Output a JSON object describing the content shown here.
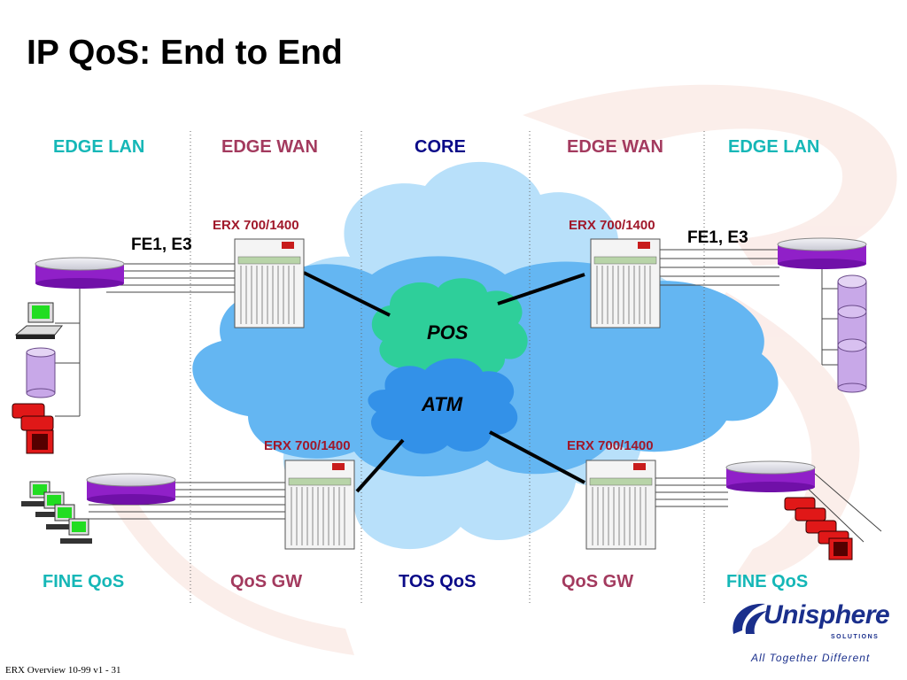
{
  "slide": {
    "title": "IP QoS: End to End",
    "zones": [
      {
        "label": "EDGE LAN",
        "color": "#15b7b7"
      },
      {
        "label": "EDGE WAN",
        "color": "#a33a5e"
      },
      {
        "label": "CORE",
        "color": "#0a0a88"
      },
      {
        "label": "EDGE WAN",
        "color": "#a33a5e"
      },
      {
        "label": "EDGE LAN",
        "color": "#15b7b7"
      }
    ],
    "qos_labels": [
      {
        "label": "FINE QoS",
        "color": "#15b7b7"
      },
      {
        "label": "QoS GW",
        "color": "#a33a5e"
      },
      {
        "label": "TOS QoS",
        "color": "#0a0a88"
      },
      {
        "label": "QoS GW",
        "color": "#a33a5e"
      },
      {
        "label": "FINE QoS",
        "color": "#15b7b7"
      }
    ],
    "routers": [
      {
        "label": "ERX 700/1400"
      },
      {
        "label": "ERX 700/1400"
      },
      {
        "label": "ERX 700/1400"
      },
      {
        "label": "ERX 700/1400"
      }
    ],
    "links": [
      "FE1, E3",
      "FE1, E3"
    ],
    "clouds": [
      "POS",
      "ATM"
    ],
    "footer": "ERX Overview 10-99 v1 - 31",
    "logo": {
      "name": "Unisphere",
      "subtitle": "SOLUTIONS",
      "tagline": "All Together Different",
      "color": "#1a2f8c"
    }
  }
}
